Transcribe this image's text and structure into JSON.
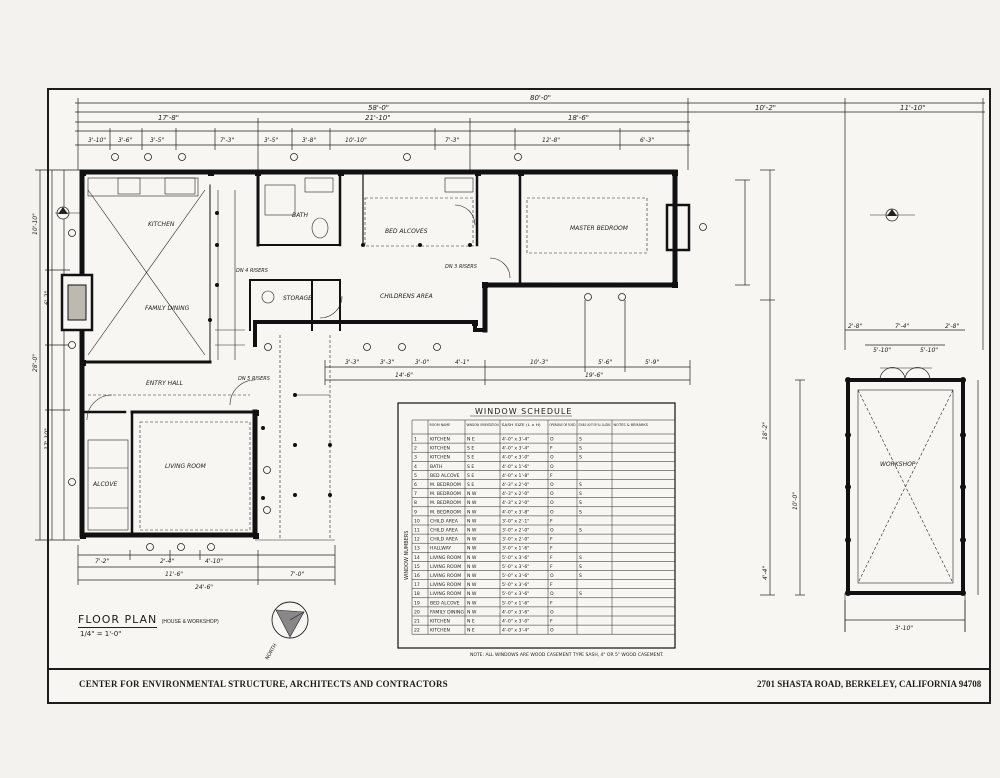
{
  "drawing": {
    "plan_title": "FLOOR PLAN",
    "plan_subtitle": "(HOUSE & WORKSHOP)",
    "scale": "1/4\" = 1'-0\"",
    "north_label": "NORTH",
    "firm": "CENTER FOR ENVIRONMENTAL STRUCTURE, ARCHITECTS AND CONTRACTORS",
    "address": "2701 SHASTA ROAD, BERKELEY, CALIFORNIA 94708",
    "section_marker": "A"
  },
  "dimensions": {
    "overall": "80'-0\"",
    "house_total": "58'-0\"",
    "gap": "10'-2\"",
    "workshop_width": "11'-10\"",
    "segments_top": [
      "17'-8\"",
      "21'-10\"",
      "18'-6\""
    ],
    "segments_fine": [
      "3'-10\"",
      "3'-6\"",
      "3'-5\"",
      "7'-3\"",
      "3'-5\"",
      "3'-8\"",
      "10'-10\"",
      "7'-3\"",
      "12'-8\"",
      "6'-3\""
    ],
    "bottom": [
      "7'-2\"",
      "2'-4\"",
      "4'-10\"",
      "11'-6\"",
      "7'-0\"",
      "24'-6\""
    ],
    "lower_mid": [
      "3'-3\"",
      "3'-3\"",
      "3'-0\"",
      "4'-1\"",
      "10'-3\"",
      "5'-6\"",
      "5'-9\"",
      "14'-6\"",
      "19'-6\""
    ],
    "left_side": [
      "10'-10\"",
      "6'-2\"",
      "28'-0\"",
      "17'-10\""
    ],
    "workshop": [
      "2'-8\"",
      "7'-4\"",
      "2'-8\"",
      "5'-10\"",
      "5'-10\"",
      "18'-2\"",
      "10'-0\"",
      "3'-10\"",
      "4'-4\""
    ]
  },
  "rooms": {
    "kitchen": "KITCHEN",
    "family_dining": "FAMILY DINING",
    "entry_hall": "ENTRY HALL",
    "living_room": "LIVING ROOM",
    "alcove": "ALCOVE",
    "bath": "BATH",
    "storage": "STORAGE",
    "bed_alcoves": "BED ALCOVES",
    "childrens_area": "CHILDRENS AREA",
    "master_bedroom": "MASTER BEDROOM",
    "workshop": "WORKSHOP",
    "dn_4_risers": "DN 4 RISERS",
    "dn_3_risers": "DN 3 RISERS",
    "dn_5_risers": "DN 5 RISERS"
  },
  "window_schedule": {
    "title": "WINDOW SCHEDULE",
    "headers": [
      "",
      "ROOM NAME",
      "WINDOW ORIENTATION",
      "SASH SIZE (L x H)",
      "OPERABLE OR FIXED",
      "DOUBLE LIGHT OR FULL GLAZING",
      "NOTES & REMARKS"
    ],
    "side_label": "WINDOW NUMBERS",
    "rows": [
      [
        "1",
        "KITCHEN",
        "N E",
        "4'-0\" x 3'-4\"",
        "O",
        "S",
        ""
      ],
      [
        "2",
        "KITCHEN",
        "S E",
        "4'-0\" x 3'-4\"",
        "F",
        "S",
        ""
      ],
      [
        "3",
        "KITCHEN",
        "S E",
        "4'-0\" x 3'-0\"",
        "O",
        "S",
        ""
      ],
      [
        "4",
        "BATH",
        "S E",
        "4'-0\" x 1'-6\"",
        "O",
        "",
        ""
      ],
      [
        "5",
        "BED ALCOVE",
        "S E",
        "4'-0\" x 1'-8\"",
        "F",
        "",
        ""
      ],
      [
        "6",
        "M. BEDROOM",
        "S E",
        "4'-3\" x 2'-0\"",
        "O",
        "S",
        ""
      ],
      [
        "7",
        "M. BEDROOM",
        "N W",
        "4'-3\" x 2'-0\"",
        "O",
        "S",
        ""
      ],
      [
        "8",
        "M. BEDROOM",
        "N W",
        "4'-3\" x 2'-0\"",
        "O",
        "S",
        ""
      ],
      [
        "9",
        "M. BEDROOM",
        "N W",
        "4'-0\" x 3'-8\"",
        "O",
        "S",
        ""
      ],
      [
        "10",
        "CHILD AREA",
        "N W",
        "3'-0\" x 2'-1\"",
        "F",
        "",
        ""
      ],
      [
        "11",
        "CHILD AREA",
        "N W",
        "3'-0\" x 2'-0\"",
        "O",
        "S",
        ""
      ],
      [
        "12",
        "CHILD AREA",
        "N W",
        "3'-0\" x 2'-0\"",
        "F",
        "",
        ""
      ],
      [
        "13",
        "HALLWAY",
        "N W",
        "3'-0\" x 1'-6\"",
        "F",
        "",
        ""
      ],
      [
        "14",
        "LIVING ROOM",
        "N W",
        "5'-0\" x 3'-6\"",
        "F",
        "S",
        ""
      ],
      [
        "15",
        "LIVING ROOM",
        "N W",
        "5'-0\" x 3'-6\"",
        "F",
        "S",
        ""
      ],
      [
        "16",
        "LIVING ROOM",
        "N W",
        "5'-0\" x 3'-6\"",
        "O",
        "S",
        ""
      ],
      [
        "17",
        "LIVING ROOM",
        "N W",
        "5'-0\" x 3'-6\"",
        "F",
        "",
        ""
      ],
      [
        "18",
        "LIVING ROOM",
        "N W",
        "5'-0\" x 3'-6\"",
        "O",
        "S",
        ""
      ],
      [
        "19",
        "BED ALCOVE",
        "N W",
        "5'-0\" x 1'-6\"",
        "F",
        "",
        ""
      ],
      [
        "20",
        "FAMILY DINING",
        "N W",
        "4'-0\" x 3'-6\"",
        "O",
        "",
        ""
      ],
      [
        "21",
        "KITCHEN",
        "N E",
        "4'-0\" x 3'-0\"",
        "F",
        "",
        ""
      ],
      [
        "22",
        "KITCHEN",
        "N E",
        "4'-0\" x 3'-4\"",
        "O",
        "",
        ""
      ]
    ],
    "note": "NOTE: ALL WINDOWS ARE WOOD CASEMENT TYPE SASH, 4\" OR 5\" WOOD CASEMENT."
  }
}
